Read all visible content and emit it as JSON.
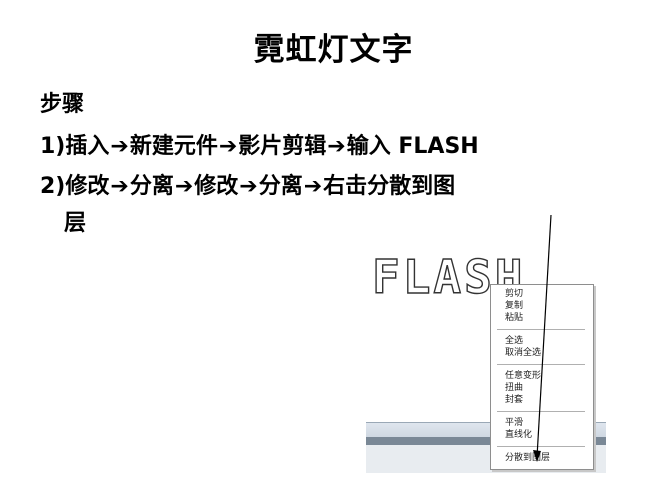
{
  "slide": {
    "title": "霓虹灯文字",
    "steps_heading": "步骤",
    "step1": {
      "prefix": "1)插入",
      "parts": [
        "新建元件",
        "影片剪辑",
        "输入 FLASH"
      ]
    },
    "step2": {
      "prefix": "2)修改",
      "parts": [
        "分离",
        "修改",
        "分离",
        "右击分散到图"
      ],
      "continuation": "层"
    },
    "arrow_glyph": "➔"
  },
  "screenshot": {
    "flash_text": "FLASH",
    "context_menu": {
      "groups": [
        [
          "剪切",
          "复制",
          "粘贴"
        ],
        [
          "全选",
          "取消全选"
        ],
        [
          "任意变形",
          "扭曲",
          "封套"
        ],
        [
          "平滑",
          "直线化"
        ],
        [
          "分散到图层"
        ]
      ]
    }
  }
}
